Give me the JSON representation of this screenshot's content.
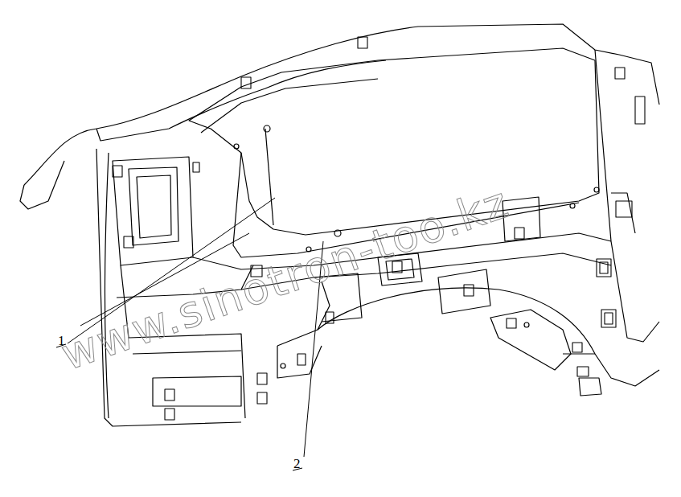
{
  "diagram": {
    "labels": [
      "1",
      "2",
      "www.sinotron-too.kz"
    ]
  }
}
